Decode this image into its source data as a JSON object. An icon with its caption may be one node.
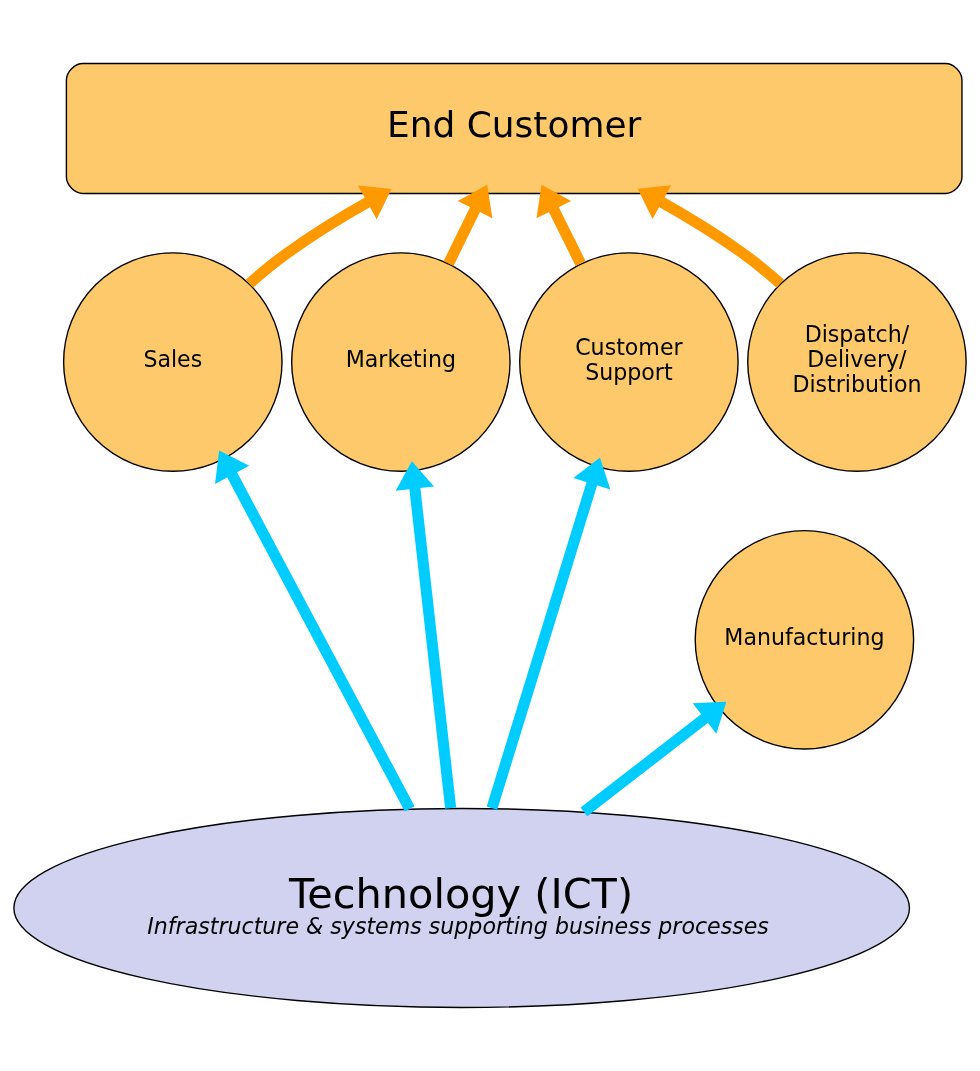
{
  "diagram": {
    "nodes": [
      {
        "text": [
          "End Customer"
        ]
      },
      {
        "text": [
          "Sales"
        ]
      },
      {
        "text": [
          "Marketing"
        ]
      },
      {
        "text": [
          "Customer Support"
        ]
      },
      {
        "text": [
          "Dispatch/ Delivery/ Distribution"
        ]
      },
      {
        "text": [
          "Manufacturing"
        ]
      },
      {
        "text": [
          "Technology (ICT)",
          "Infrastructure & systems supporting business processes"
        ]
      }
    ],
    "edges": [
      {
        "from": 1,
        "to": 0,
        "arrow": "to",
        "color": "#ff9900"
      },
      {
        "from": 2,
        "to": 0,
        "arrow": "to",
        "color": "#ff9900"
      },
      {
        "from": 3,
        "to": 0,
        "arrow": "to",
        "color": "#ff9900"
      },
      {
        "from": 4,
        "to": 0,
        "arrow": "to",
        "color": "#ff9900"
      },
      {
        "from": 6,
        "to": 1,
        "arrow": "to",
        "color": "#00ccff"
      },
      {
        "from": 6,
        "to": 2,
        "arrow": "to",
        "color": "#00ccff"
      },
      {
        "from": 6,
        "to": 3,
        "arrow": "to",
        "color": "#00ccff"
      },
      {
        "from": 6,
        "to": 5,
        "arrow": "to",
        "color": "#00ccff"
      }
    ]
  }
}
